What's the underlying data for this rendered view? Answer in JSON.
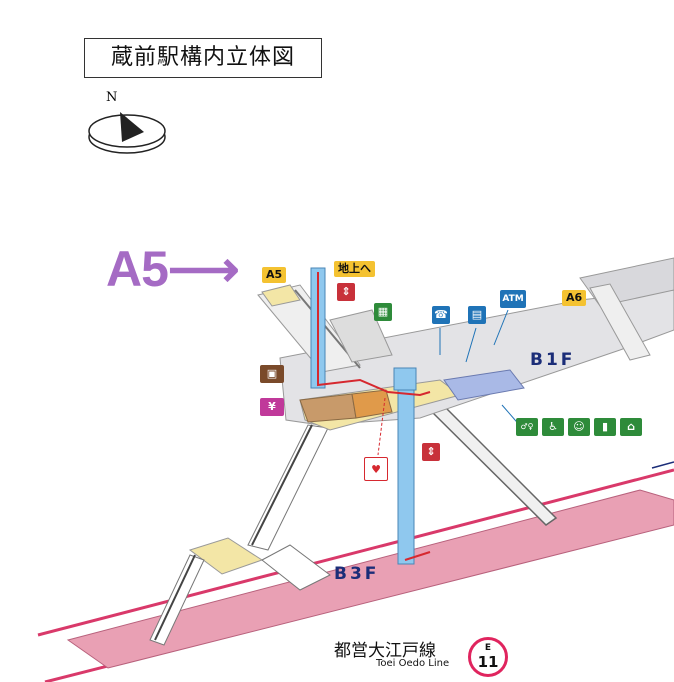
{
  "title": "蔵前駅構内立体図",
  "compass": {
    "north_label": "N"
  },
  "annotation": {
    "text": "A5⟶",
    "color": "#a56bc4"
  },
  "exits": [
    {
      "id": "A5",
      "label": "A5"
    },
    {
      "id": "A6",
      "label": "A6"
    }
  ],
  "sign_to_street": "地上へ",
  "floors": {
    "upper": "B1F",
    "platform": "B3F"
  },
  "line": {
    "name_ja": "都営大江戸線",
    "name_en": "Toei Oedo Line",
    "badge_letter": "E",
    "badge_number": "11",
    "color": "#e0245e"
  },
  "facility_icons": [
    {
      "name": "elevator-icon",
      "color": "#c8313a",
      "glyph": "⇕"
    },
    {
      "name": "coin-locker-icon",
      "color": "#2e8b3a",
      "glyph": "▦"
    },
    {
      "name": "telephone-icon",
      "color": "#1f73b7",
      "glyph": "☎"
    },
    {
      "name": "ticket-machine-icon",
      "color": "#1f73b7",
      "glyph": "▤"
    },
    {
      "name": "atm-icon",
      "color": "#1f73b7",
      "glyph": "ATM"
    },
    {
      "name": "station-office-icon",
      "color": "#7a4a2a",
      "glyph": "▣"
    },
    {
      "name": "fare-adjustment-icon",
      "color": "#c0399a",
      "glyph": "¥"
    },
    {
      "name": "aed-icon",
      "color": "#d6282f",
      "glyph": "♥"
    },
    {
      "name": "elevator-b3f-icon",
      "color": "#c8313a",
      "glyph": "⇕"
    },
    {
      "name": "restroom-icon",
      "color": "#2e8b3a",
      "glyph": "♂♀"
    },
    {
      "name": "wheelchair-icon",
      "color": "#2e8b3a",
      "glyph": "♿"
    },
    {
      "name": "baby-icon",
      "color": "#2e8b3a",
      "glyph": "☺"
    },
    {
      "name": "multipurpose-toilet-icon",
      "color": "#2e8b3a",
      "glyph": "▮"
    },
    {
      "name": "ostomate-icon",
      "color": "#2e8b3a",
      "glyph": "⌂"
    }
  ],
  "colors": {
    "platform": "#e9a0b4",
    "rail": "#d9396a",
    "concourse": "#e3e3e6",
    "paid_area": "#f3e6a6",
    "elevator_shaft": "#8fc8ee",
    "wicket_area": "#a9b9e6",
    "shop_area": "#c89a6a"
  }
}
